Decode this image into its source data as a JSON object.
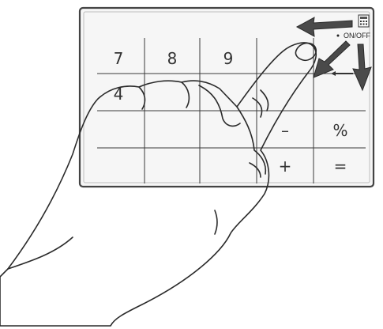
{
  "diagram": {
    "keypad_rows": [
      [
        "7",
        "8",
        "9",
        "",
        ""
      ],
      [
        "4",
        "",
        "",
        "",
        ""
      ],
      [
        "",
        "",
        "",
        "–",
        "%"
      ],
      [
        "",
        "",
        "",
        "+",
        "="
      ]
    ],
    "power_label": "ON/OFF",
    "calculator_icon": "calculator-icon",
    "arrow_color": "#4a4a4a",
    "panel_color": "#f6f6f6"
  }
}
